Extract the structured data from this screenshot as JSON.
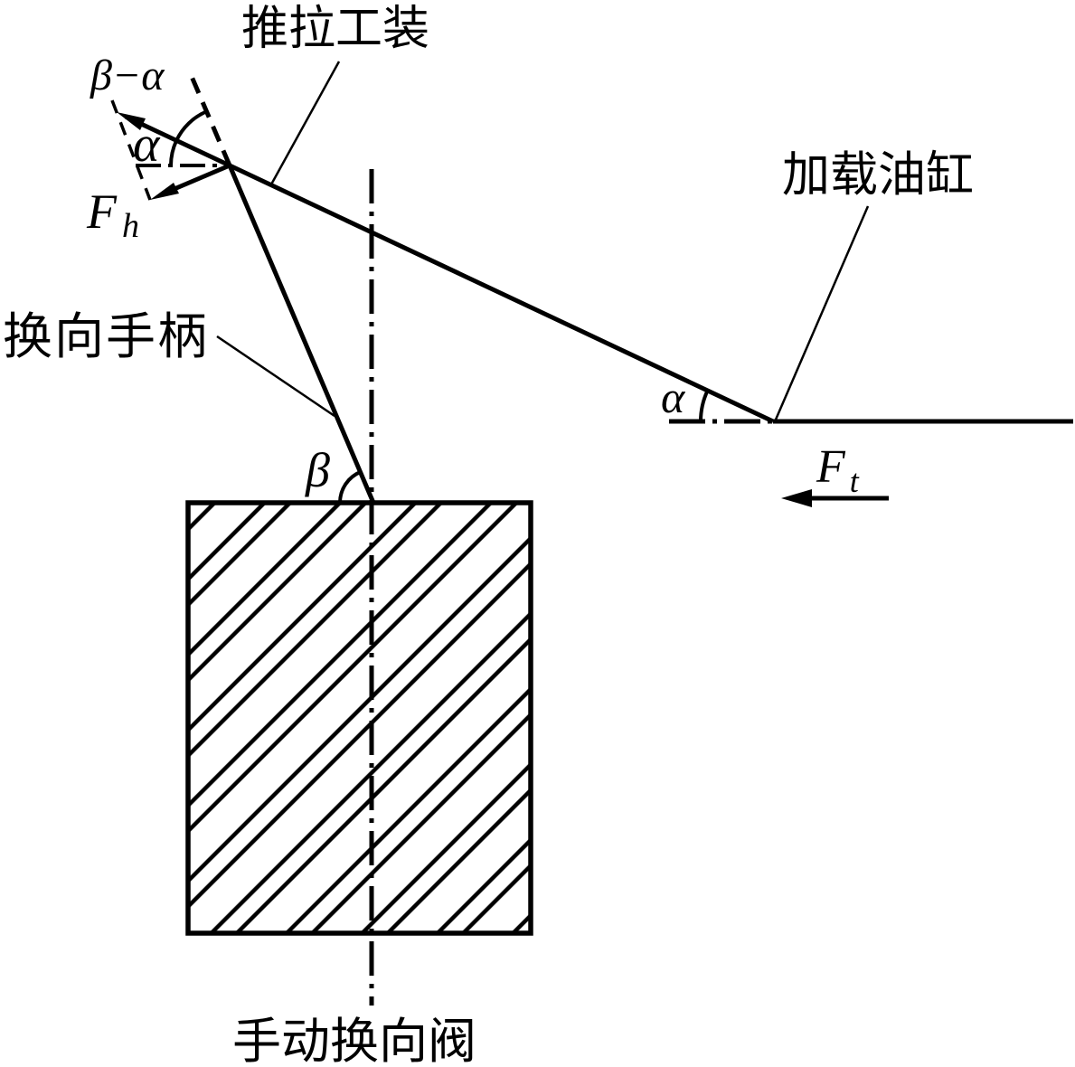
{
  "diagram": {
    "background": "#ffffff",
    "stroke_color": "#000000",
    "labels": {
      "tooling": "推拉工装",
      "cylinder": "加载油缸",
      "handle": "换向手柄",
      "valve": "手动换向阀",
      "beta_minus_alpha": "β−α",
      "alpha_left": "α",
      "alpha_right": "α",
      "beta": "β",
      "fh_main": "F",
      "fh_sub": "h",
      "ft_main": "F",
      "ft_sub": "t"
    }
  }
}
